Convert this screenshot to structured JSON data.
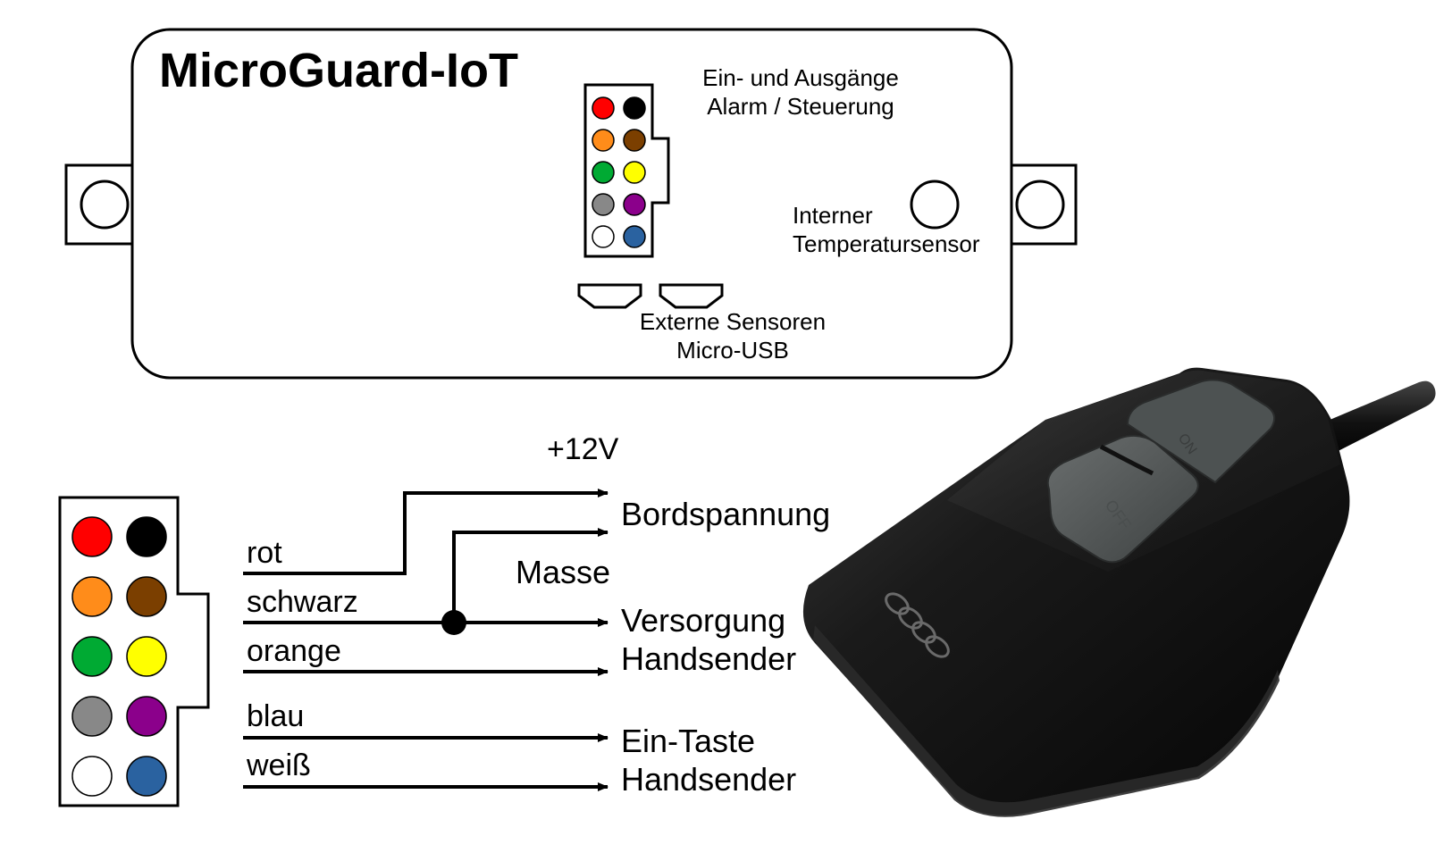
{
  "device": {
    "title": "MicroGuard-IoT",
    "io_label_line1": "Ein- und Ausgänge",
    "io_label_line2": "Alarm / Steuerung",
    "temp_label_line1": "Interner",
    "temp_label_line2": "Temperatursensor",
    "usb_label_line1": "Externe Sensoren",
    "usb_label_line2": "Micro-USB"
  },
  "connector_pins": [
    {
      "name": "red",
      "color": "#ff0000"
    },
    {
      "name": "black",
      "color": "#000000"
    },
    {
      "name": "orange",
      "color": "#ff8c1a"
    },
    {
      "name": "brown",
      "color": "#7b3f00"
    },
    {
      "name": "green",
      "color": "#00aa33"
    },
    {
      "name": "yellow",
      "color": "#ffff00"
    },
    {
      "name": "gray",
      "color": "#888888"
    },
    {
      "name": "purple",
      "color": "#8b008b"
    },
    {
      "name": "white",
      "color": "#ffffff"
    },
    {
      "name": "blue",
      "color": "#2a62a0"
    }
  ],
  "wires": {
    "rot": "rot",
    "schwarz": "schwarz",
    "orange": "orange",
    "blau": "blau",
    "weiss": "weiß"
  },
  "targets": {
    "voltage": "+12V",
    "bordspannung": "Bordspannung",
    "masse": "Masse",
    "versorgung_line1": "Versorgung",
    "versorgung_line2": "Handsender",
    "ein_taste_line1": "Ein-Taste",
    "ein_taste_line2": "Handsender"
  },
  "remote": {
    "button_text": "OFF",
    "button_text_2": "ON"
  }
}
